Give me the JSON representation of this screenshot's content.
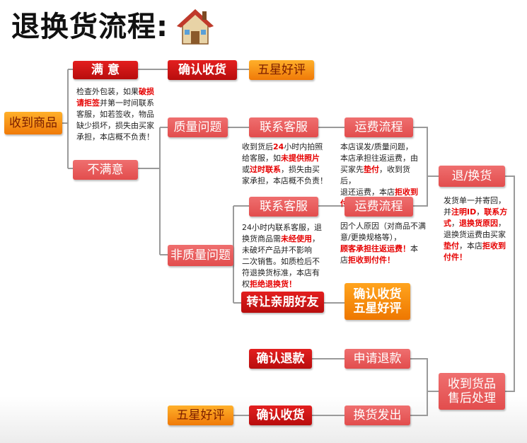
{
  "title": "退换货流程:",
  "boxes": {
    "receive": "收到商品",
    "satisfied": "满 意",
    "confirm_top": "确认收货",
    "five_star_top": "五星好评",
    "unsatisfied": "不满意",
    "quality": "质量问题",
    "contact_cs_1": "联系客服",
    "freight_1": "运费流程",
    "nonquality": "非质量问题",
    "contact_cs_2": "联系客服",
    "freight_2": "运费流程",
    "refund_exchange": "退/换货",
    "transfer_friend": "转让亲朋好友",
    "confirm_mid_1": "确认收货",
    "confirm_mid_2": "五星好评",
    "confirm_refund": "确认退款",
    "apply_refund": "申请退款",
    "after_sale_1": "收到货品",
    "after_sale_2": "售后处理",
    "five_star_bottom": "五星好评",
    "confirm_bottom": "确认收货",
    "exchange_ship": "换货发出"
  },
  "notes": {
    "satisfied_note": [
      [
        {
          "t": "检查外包装，如果"
        },
        {
          "t": "破损",
          "h": true
        }
      ],
      [
        {
          "t": "请拒签",
          "h": true
        },
        {
          "t": "并第一时间联系"
        }
      ],
      [
        {
          "t": "客服，如若签收，物品"
        }
      ],
      [
        {
          "t": "缺少损坏，损失由买家"
        }
      ],
      [
        {
          "t": "承担，本店概不负责！"
        }
      ]
    ],
    "quality_note": [
      [
        {
          "t": "收到货后"
        },
        {
          "t": "24",
          "h": true
        },
        {
          "t": "小时内拍照"
        }
      ],
      [
        {
          "t": "给客服，如"
        },
        {
          "t": "未提供照片",
          "h": true
        }
      ],
      [
        {
          "t": "或"
        },
        {
          "t": "过时联系",
          "h": true
        },
        {
          "t": "，损失由买"
        }
      ],
      [
        {
          "t": "家承担，本店概不负责！"
        }
      ]
    ],
    "freight_note_1": [
      [
        {
          "t": "本店误发/质量问题，"
        }
      ],
      [
        {
          "t": "本店承担往返运费，由"
        }
      ],
      [
        {
          "t": "买家先"
        },
        {
          "t": "垫付",
          "h": true
        },
        {
          "t": "，收到货后，"
        }
      ],
      [
        {
          "t": "退还运费，本店"
        },
        {
          "t": "拒收到",
          "h": true
        }
      ],
      [
        {
          "t": "付件！",
          "h": true
        }
      ]
    ],
    "nonquality_note": [
      [
        {
          "t": "24小时内联系客服，退"
        }
      ],
      [
        {
          "t": "换货商品需"
        },
        {
          "t": "未经使用",
          "h": true
        },
        {
          "t": "，"
        }
      ],
      [
        {
          "t": "未破坏产品并不影响"
        }
      ],
      [
        {
          "t": "二次销售。如质检后不"
        }
      ],
      [
        {
          "t": "符退换货标准，本店有"
        }
      ],
      [
        {
          "t": "权"
        },
        {
          "t": "拒绝退换货！",
          "h": true
        }
      ]
    ],
    "freight_note_2": [
      [
        {
          "t": "因个人原因（对商品不满"
        }
      ],
      [
        {
          "t": "意/更换规格等），"
        }
      ],
      [
        {
          "t": "顾客承担往返运费！",
          "h": true
        },
        {
          "t": "本"
        }
      ],
      [
        {
          "t": "店"
        },
        {
          "t": "拒收到付件！",
          "h": true
        }
      ]
    ],
    "refund_note": [
      [
        {
          "t": "发货单一并寄回，"
        }
      ],
      [
        {
          "t": "并"
        },
        {
          "t": "注明ID",
          "h": true
        },
        {
          "t": "，"
        },
        {
          "t": "联系方",
          "h": true
        }
      ],
      [
        {
          "t": "式",
          "h": true
        },
        {
          "t": "，"
        },
        {
          "t": "退换货原因",
          "h": true
        },
        {
          "t": "，"
        }
      ],
      [
        {
          "t": "退换货运费由买家"
        }
      ],
      [
        {
          "t": "垫付",
          "h": true
        },
        {
          "t": "，本店"
        },
        {
          "t": "拒收到",
          "h": true
        }
      ],
      [
        {
          "t": "付件！",
          "h": true
        }
      ]
    ]
  },
  "colors": {
    "red": "#c8151b",
    "pink": "#e85a5a",
    "orange": "#f58a10",
    "highlight": "#e60000",
    "connector": "#999999"
  },
  "icons": [
    "house-icon"
  ]
}
